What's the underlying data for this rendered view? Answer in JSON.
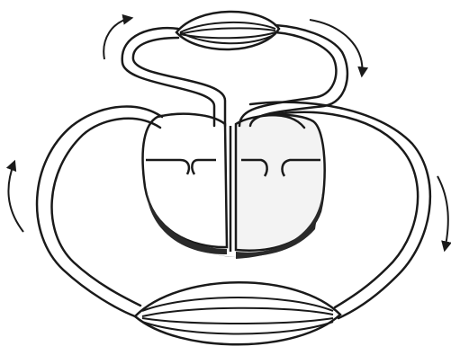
{
  "diagram": {
    "kind": "circulation-schematic",
    "labels": [],
    "parts": {
      "pulmonary_capillary_bed": "lungs",
      "systemic_capillary_bed": "body",
      "heart": "heart",
      "flow_arrows": [
        "top-left",
        "top-right",
        "left",
        "right"
      ]
    },
    "colors": {
      "ink": "#1a1a1a",
      "paper": "#ffffff",
      "right_heart_fill": "#f3f3f3",
      "heart_shadow": "#2a2a2a"
    }
  }
}
